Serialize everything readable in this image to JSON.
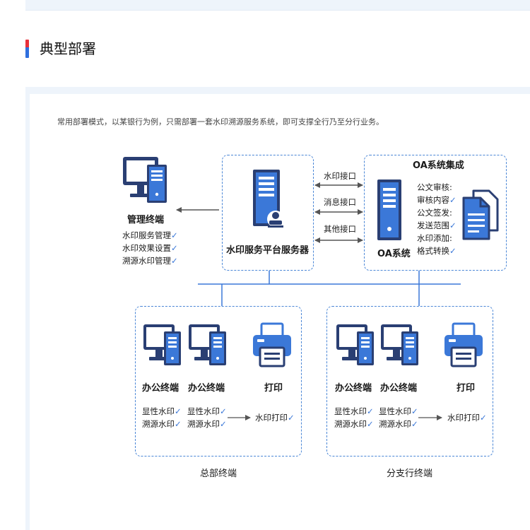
{
  "section": {
    "title": "典型部署"
  },
  "description": "常用部署模式，以某银行为例，只需部署一套水印溯源服务系统，即可支撑全行乃至分行业务。",
  "management": {
    "label": "管理终端",
    "features": [
      "水印服务管理",
      "水印效果设置",
      "溯源水印管理"
    ]
  },
  "server": {
    "label": "水印服务平台服务器"
  },
  "interfaces": [
    "水印接口",
    "消息接口",
    "其他接口"
  ],
  "oa": {
    "title": "OA系统集成",
    "label": "OA系统",
    "features": [
      "公文审核:",
      "审核内容",
      "公文签发:",
      "发送范围",
      "水印添加:",
      "格式转换"
    ]
  },
  "hq": {
    "caption": "总部终端",
    "office_label": "办公终端",
    "office_features": [
      "显性水印",
      "溯源水印"
    ],
    "print_label": "打印",
    "print_feature": "水印打印"
  },
  "branch": {
    "caption": "分支行终端",
    "office_label": "办公终端",
    "office_features": [
      "显性水印",
      "溯源水印"
    ],
    "print_label": "打印",
    "print_feature": "水印打印"
  },
  "colors": {
    "accent": "#3b78d8",
    "dash": "#4a86d6",
    "icon_dark": "#2a3f73",
    "icon_blue": "#3b78d8",
    "panel_bg": "#eef4fb"
  }
}
